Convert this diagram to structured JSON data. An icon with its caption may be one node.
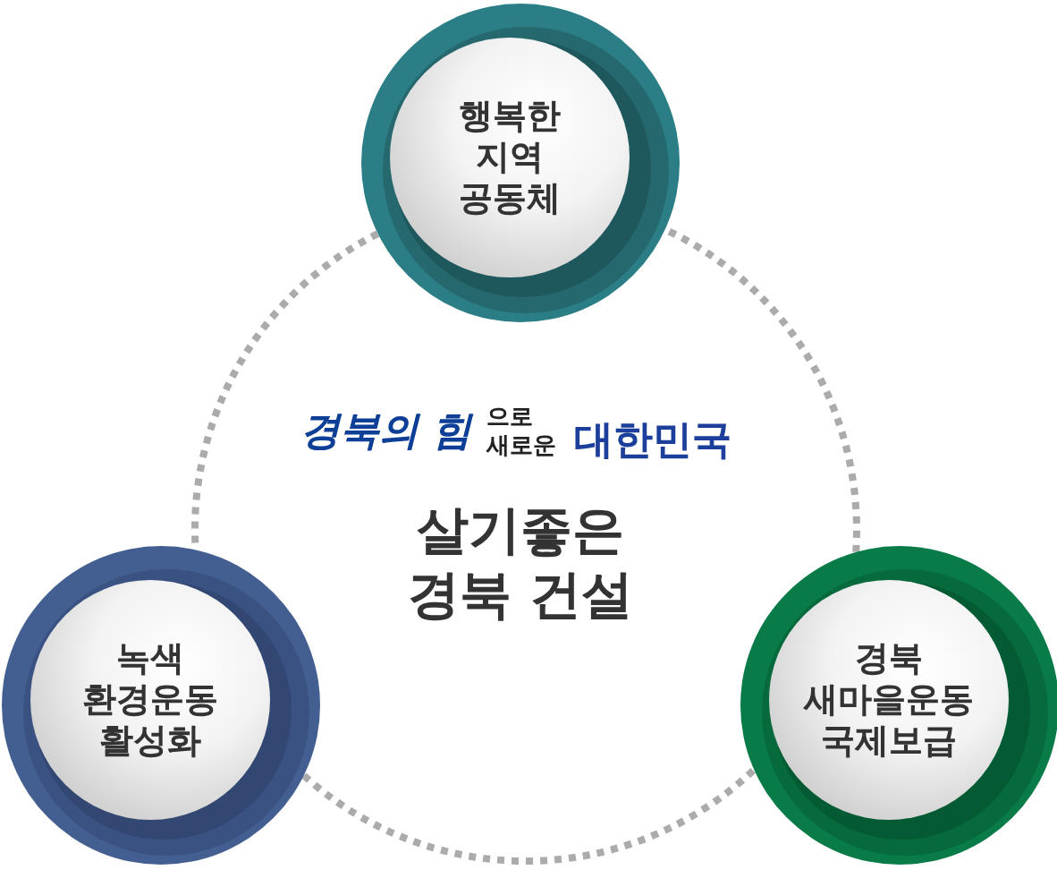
{
  "diagram": {
    "nodes": [
      {
        "text": [
          "행복한 지역 공동체"
        ]
      },
      {
        "text": [
          "녹색 환경운동 활성화"
        ]
      },
      {
        "text": [
          "경북 새마을운동 국제보급"
        ]
      }
    ],
    "edges": [
      {
        "from": 0,
        "to": 1,
        "arrow": "none",
        "style": "dashed"
      },
      {
        "from": 1,
        "to": 2,
        "arrow": "none",
        "style": "dashed"
      },
      {
        "from": 2,
        "to": 0,
        "arrow": "none",
        "style": "dashed"
      }
    ],
    "labels": [
      "경북의 힘",
      "으로",
      "새로운",
      "대한민국",
      "살기좋은 경북 건설"
    ]
  }
}
